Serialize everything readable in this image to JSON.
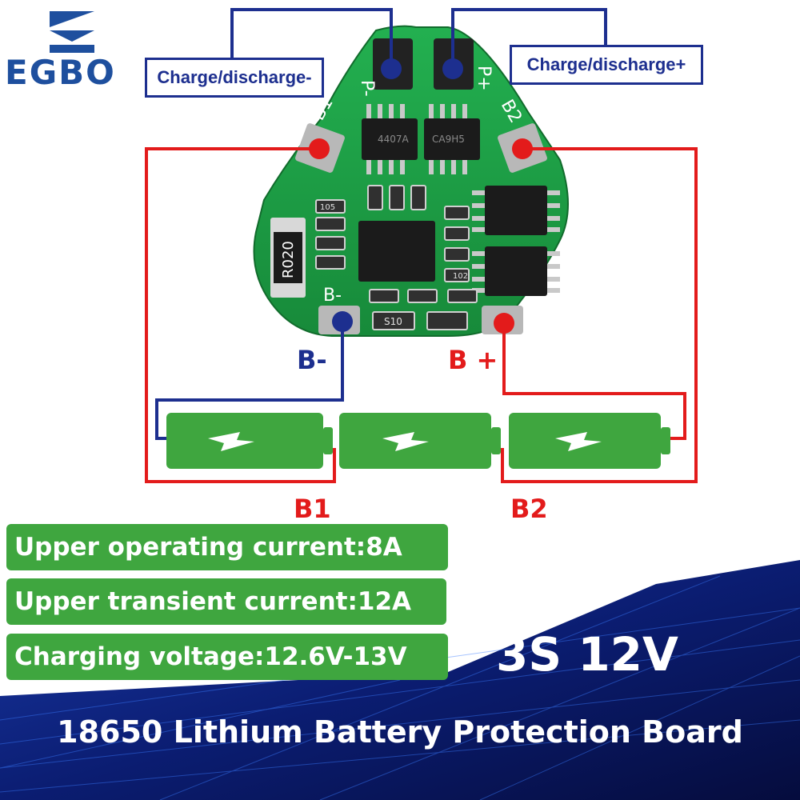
{
  "brand": {
    "logo_text": "EGBO"
  },
  "callouts": {
    "charge_minus": "Charge/discharge-",
    "charge_plus": "Charge/discharge+"
  },
  "board": {
    "pad_p_minus": "P-",
    "pad_p_plus": "P+",
    "pad_b1": "B1",
    "pad_b2": "B2",
    "pad_b_minus": "B-",
    "pad_b_plus": "B+",
    "resistor_marking": "R020",
    "chip_marking_1": "CA9H5",
    "chip_marking_2": "4407A",
    "smd_marking_1": "S10",
    "smd_marking_2": "102",
    "smd_marking_3": "105"
  },
  "wiring_labels": {
    "b_minus": "B-",
    "b_plus": "B +",
    "b1": "B1",
    "b2": "B2"
  },
  "specs": [
    "Upper operating current:8A",
    "Upper transient current:12A",
    "Charging voltage:12.6V-13V"
  ],
  "title": {
    "main": "3S 12V",
    "subtitle": "18650 Lithium Battery Protection Board"
  },
  "colors": {
    "pcb_green": "#1f9e45",
    "wire_red": "#e31b1b",
    "wire_blue": "#1d2f8f",
    "battery_green": "#3fa63f",
    "banner_blue": "#0a1f6e",
    "brand_blue": "#1e4f9e"
  }
}
